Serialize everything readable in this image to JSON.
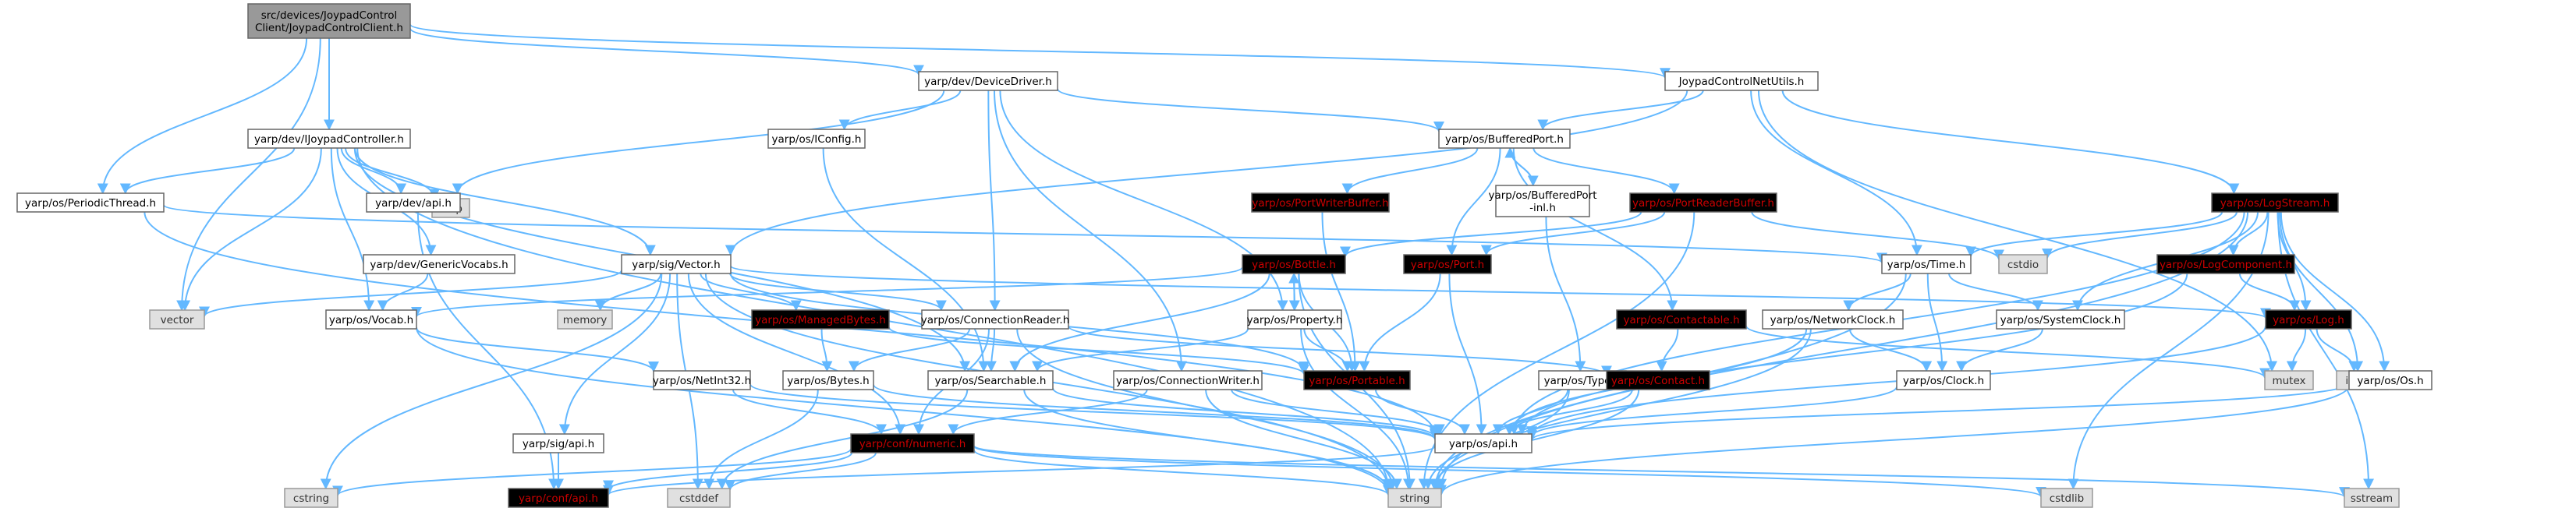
{
  "title": "",
  "colors": {
    "edge": "#63b8ff",
    "node_border": "#666666",
    "external_fill": "#e0e0e0",
    "root_fill": "#999999",
    "error_text": "#cc0000"
  },
  "nodes": [
    {
      "id": "root",
      "lines": [
        "src/devices/JoypadControl",
        "Client/JoypadControlClient.h"
      ],
      "kind": "root"
    },
    {
      "id": "devdriver",
      "lines": [
        "yarp/dev/DeviceDriver.h"
      ],
      "kind": "normal"
    },
    {
      "id": "jcnetutils",
      "lines": [
        "JoypadControlNetUtils.h"
      ],
      "kind": "normal"
    },
    {
      "id": "ijoypad",
      "lines": [
        "yarp/dev/IJoypadController.h"
      ],
      "kind": "normal"
    },
    {
      "id": "iconfig",
      "lines": [
        "yarp/os/IConfig.h"
      ],
      "kind": "normal"
    },
    {
      "id": "bufport",
      "lines": [
        "yarp/os/BufferedPort.h"
      ],
      "kind": "normal"
    },
    {
      "id": "logstream",
      "lines": [
        "yarp/os/LogStream.h"
      ],
      "kind": "err"
    },
    {
      "id": "map",
      "lines": [
        "map"
      ],
      "kind": "std"
    },
    {
      "id": "devapi",
      "lines": [
        "yarp/dev/api.h"
      ],
      "kind": "normal"
    },
    {
      "id": "periodic",
      "lines": [
        "yarp/os/PeriodicThread.h"
      ],
      "kind": "normal"
    },
    {
      "id": "portwriter",
      "lines": [
        "yarp/os/PortWriterBuffer.h"
      ],
      "kind": "err"
    },
    {
      "id": "bufportinl",
      "lines": [
        "yarp/os/BufferedPort",
        "-inl.h"
      ],
      "kind": "normal"
    },
    {
      "id": "portreader",
      "lines": [
        "yarp/os/PortReaderBuffer.h"
      ],
      "kind": "err"
    },
    {
      "id": "genvocabs",
      "lines": [
        "yarp/dev/GenericVocabs.h"
      ],
      "kind": "normal"
    },
    {
      "id": "sigvector",
      "lines": [
        "yarp/sig/Vector.h"
      ],
      "kind": "normal"
    },
    {
      "id": "bottle",
      "lines": [
        "yarp/os/Bottle.h"
      ],
      "kind": "err"
    },
    {
      "id": "port",
      "lines": [
        "yarp/os/Port.h"
      ],
      "kind": "err"
    },
    {
      "id": "time",
      "lines": [
        "yarp/os/Time.h"
      ],
      "kind": "normal"
    },
    {
      "id": "cstdio",
      "lines": [
        "cstdio"
      ],
      "kind": "std"
    },
    {
      "id": "logcomp",
      "lines": [
        "yarp/os/LogComponent.h"
      ],
      "kind": "err"
    },
    {
      "id": "vector",
      "lines": [
        "vector"
      ],
      "kind": "std"
    },
    {
      "id": "memory",
      "lines": [
        "memory"
      ],
      "kind": "std"
    },
    {
      "id": "vocab",
      "lines": [
        "yarp/os/Vocab.h"
      ],
      "kind": "normal"
    },
    {
      "id": "managed",
      "lines": [
        "yarp/os/ManagedBytes.h"
      ],
      "kind": "err"
    },
    {
      "id": "connreader",
      "lines": [
        "yarp/os/ConnectionReader.h"
      ],
      "kind": "normal"
    },
    {
      "id": "property",
      "lines": [
        "yarp/os/Property.h"
      ],
      "kind": "normal"
    },
    {
      "id": "contactable",
      "lines": [
        "yarp/os/Contactable.h"
      ],
      "kind": "err"
    },
    {
      "id": "netclock",
      "lines": [
        "yarp/os/NetworkClock.h"
      ],
      "kind": "normal"
    },
    {
      "id": "sysclock",
      "lines": [
        "yarp/os/SystemClock.h"
      ],
      "kind": "normal"
    },
    {
      "id": "log",
      "lines": [
        "yarp/os/Log.h"
      ],
      "kind": "err"
    },
    {
      "id": "netint32",
      "lines": [
        "yarp/os/NetInt32.h"
      ],
      "kind": "normal"
    },
    {
      "id": "bytes",
      "lines": [
        "yarp/os/Bytes.h"
      ],
      "kind": "normal"
    },
    {
      "id": "searchable",
      "lines": [
        "yarp/os/Searchable.h"
      ],
      "kind": "normal"
    },
    {
      "id": "connwriter",
      "lines": [
        "yarp/os/ConnectionWriter.h"
      ],
      "kind": "normal"
    },
    {
      "id": "portable",
      "lines": [
        "yarp/os/Portable.h"
      ],
      "kind": "err"
    },
    {
      "id": "type",
      "lines": [
        "yarp/os/Type.h"
      ],
      "kind": "normal"
    },
    {
      "id": "contact",
      "lines": [
        "yarp/os/Contact.h"
      ],
      "kind": "err"
    },
    {
      "id": "clock",
      "lines": [
        "yarp/os/Clock.h"
      ],
      "kind": "normal"
    },
    {
      "id": "mutex",
      "lines": [
        "mutex"
      ],
      "kind": "std"
    },
    {
      "id": "iosfwd",
      "lines": [
        "iosfwd"
      ],
      "kind": "std"
    },
    {
      "id": "os",
      "lines": [
        "yarp/os/Os.h"
      ],
      "kind": "normal"
    },
    {
      "id": "sigapi",
      "lines": [
        "yarp/sig/api.h"
      ],
      "kind": "normal"
    },
    {
      "id": "numeric",
      "lines": [
        "yarp/conf/numeric.h"
      ],
      "kind": "err"
    },
    {
      "id": "osapi",
      "lines": [
        "yarp/os/api.h"
      ],
      "kind": "normal"
    },
    {
      "id": "cstring",
      "lines": [
        "cstring"
      ],
      "kind": "std"
    },
    {
      "id": "confapi",
      "lines": [
        "yarp/conf/api.h"
      ],
      "kind": "err"
    },
    {
      "id": "cstddef",
      "lines": [
        "cstddef"
      ],
      "kind": "std"
    },
    {
      "id": "string",
      "lines": [
        "string"
      ],
      "kind": "std"
    },
    {
      "id": "cstdlib",
      "lines": [
        "cstdlib"
      ],
      "kind": "std"
    },
    {
      "id": "sstream",
      "lines": [
        "sstream"
      ],
      "kind": "std"
    }
  ],
  "edges": [
    [
      "root",
      "devdriver"
    ],
    [
      "root",
      "jcnetutils"
    ],
    [
      "root",
      "ijoypad"
    ],
    [
      "root",
      "periodic"
    ],
    [
      "root",
      "vector"
    ],
    [
      "devdriver",
      "iconfig"
    ],
    [
      "devdriver",
      "bufport"
    ],
    [
      "devdriver",
      "devapi"
    ],
    [
      "devdriver",
      "property"
    ],
    [
      "devdriver",
      "connreader"
    ],
    [
      "devdriver",
      "connwriter"
    ],
    [
      "jcnetutils",
      "bufport"
    ],
    [
      "jcnetutils",
      "logstream"
    ],
    [
      "jcnetutils",
      "time"
    ],
    [
      "jcnetutils",
      "mutex"
    ],
    [
      "jcnetutils",
      "sigvector"
    ],
    [
      "ijoypad",
      "map"
    ],
    [
      "ijoypad",
      "devapi"
    ],
    [
      "ijoypad",
      "periodic"
    ],
    [
      "ijoypad",
      "vector"
    ],
    [
      "ijoypad",
      "genvocabs"
    ],
    [
      "ijoypad",
      "sigvector"
    ],
    [
      "ijoypad",
      "vocab"
    ],
    [
      "ijoypad",
      "searchable"
    ],
    [
      "ijoypad",
      "string"
    ],
    [
      "iconfig",
      "searchable"
    ],
    [
      "bufport",
      "portwriter"
    ],
    [
      "bufport",
      "bufportinl"
    ],
    [
      "bufport",
      "portreader"
    ],
    [
      "bufport",
      "port"
    ],
    [
      "bufport",
      "contactable"
    ],
    [
      "bufportinl",
      "bufport"
    ],
    [
      "bufportinl",
      "type"
    ],
    [
      "logstream",
      "cstdio"
    ],
    [
      "logstream",
      "logcomp"
    ],
    [
      "logstream",
      "log"
    ],
    [
      "logstream",
      "time"
    ],
    [
      "logstream",
      "sysclock"
    ],
    [
      "logstream",
      "os"
    ],
    [
      "logstream",
      "iosfwd"
    ],
    [
      "logstream",
      "string"
    ],
    [
      "logstream",
      "sstream"
    ],
    [
      "logstream",
      "cstdlib"
    ],
    [
      "logstream",
      "osapi"
    ],
    [
      "devapi",
      "confapi"
    ],
    [
      "periodic",
      "time"
    ],
    [
      "periodic",
      "osapi"
    ],
    [
      "portwriter",
      "portable"
    ],
    [
      "portreader",
      "cstdio"
    ],
    [
      "portreader",
      "string"
    ],
    [
      "portreader",
      "bottle"
    ],
    [
      "portreader",
      "port"
    ],
    [
      "genvocabs",
      "vocab"
    ],
    [
      "sigvector",
      "vector"
    ],
    [
      "sigvector",
      "memory"
    ],
    [
      "sigvector",
      "managed"
    ],
    [
      "sigvector",
      "connreader"
    ],
    [
      "sigvector",
      "log"
    ],
    [
      "sigvector",
      "sigapi"
    ],
    [
      "sigvector",
      "cstring"
    ],
    [
      "sigvector",
      "cstddef"
    ],
    [
      "sigvector",
      "string"
    ],
    [
      "sigvector",
      "portable"
    ],
    [
      "sigvector",
      "numeric"
    ],
    [
      "bottle",
      "vocab"
    ],
    [
      "bottle",
      "portable"
    ],
    [
      "bottle",
      "searchable"
    ],
    [
      "bottle",
      "property"
    ],
    [
      "bottle",
      "string"
    ],
    [
      "port",
      "portable"
    ],
    [
      "port",
      "osapi"
    ],
    [
      "time",
      "netclock"
    ],
    [
      "time",
      "sysclock"
    ],
    [
      "time",
      "clock"
    ],
    [
      "time",
      "string"
    ],
    [
      "logcomp",
      "log"
    ],
    [
      "logcomp",
      "osapi"
    ],
    [
      "vocab",
      "netint32"
    ],
    [
      "vocab",
      "string"
    ],
    [
      "managed",
      "bytes"
    ],
    [
      "managed",
      "portable"
    ],
    [
      "connreader",
      "bytes"
    ],
    [
      "connreader",
      "searchable"
    ],
    [
      "connreader",
      "numeric"
    ],
    [
      "connreader",
      "string"
    ],
    [
      "connreader",
      "contact"
    ],
    [
      "property",
      "bottle"
    ],
    [
      "property",
      "portable"
    ],
    [
      "property",
      "searchable"
    ],
    [
      "property",
      "string"
    ],
    [
      "contactable",
      "contact"
    ],
    [
      "contactable",
      "mutex"
    ],
    [
      "netclock",
      "clock"
    ],
    [
      "netclock",
      "osapi"
    ],
    [
      "netclock",
      "string"
    ],
    [
      "sysclock",
      "clock"
    ],
    [
      "log",
      "mutex"
    ],
    [
      "log",
      "iosfwd"
    ],
    [
      "log",
      "osapi"
    ],
    [
      "netint32",
      "osapi"
    ],
    [
      "netint32",
      "numeric"
    ],
    [
      "bytes",
      "cstddef"
    ],
    [
      "bytes",
      "osapi"
    ],
    [
      "searchable",
      "string"
    ],
    [
      "searchable",
      "osapi"
    ],
    [
      "searchable",
      "cstddef"
    ],
    [
      "connwriter",
      "numeric"
    ],
    [
      "connwriter",
      "string"
    ],
    [
      "connwriter",
      "osapi"
    ],
    [
      "portable",
      "osapi"
    ],
    [
      "type",
      "osapi"
    ],
    [
      "type",
      "string"
    ],
    [
      "contact",
      "osapi"
    ],
    [
      "contact",
      "string"
    ],
    [
      "clock",
      "osapi"
    ],
    [
      "os",
      "osapi"
    ],
    [
      "os",
      "string"
    ],
    [
      "sigapi",
      "confapi"
    ],
    [
      "numeric",
      "confapi"
    ],
    [
      "numeric",
      "cstddef"
    ],
    [
      "numeric",
      "string"
    ],
    [
      "numeric",
      "cstdlib"
    ],
    [
      "numeric",
      "cstring"
    ],
    [
      "numeric",
      "sstream"
    ],
    [
      "osapi",
      "confapi"
    ]
  ]
}
